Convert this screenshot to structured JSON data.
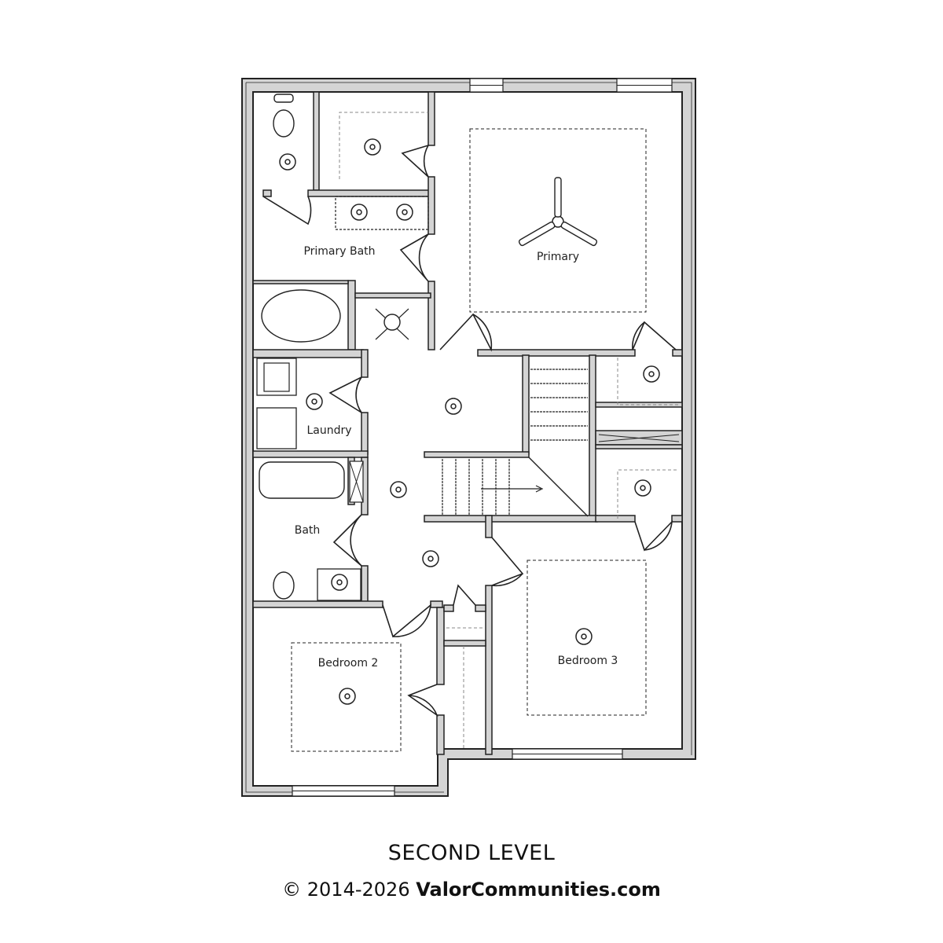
{
  "plan": {
    "rooms": {
      "primary_bath": "Primary Bath",
      "primary": "Primary",
      "laundry": "Laundry",
      "bath": "Bath",
      "bedroom2": "Bedroom 2",
      "bedroom3": "Bedroom 3"
    },
    "wall_fill": "#d4d4d4",
    "line_color": "#222222"
  },
  "caption": {
    "level": "SECOND LEVEL",
    "copyright": "© 2014-2026",
    "site": "ValorCommunities.com"
  }
}
